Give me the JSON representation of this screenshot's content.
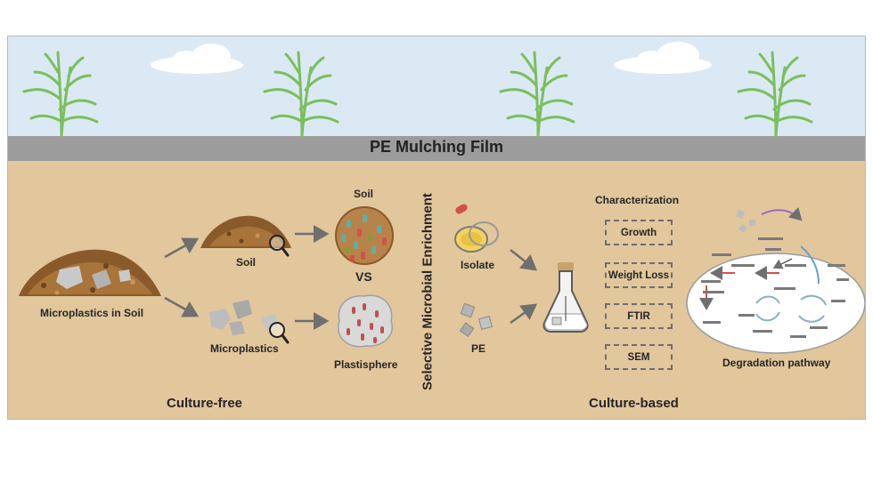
{
  "banner": {
    "title": "PE Mulching Film"
  },
  "culture_free": {
    "source_label": "Microplastics in Soil",
    "soil_label": "Soil",
    "microplastics_label": "Microplastics",
    "soil_result_label": "Soil",
    "vs_label": "VS",
    "plastisphere_label": "Plastisphere",
    "section_label": "Culture-free"
  },
  "enrichment": {
    "label": "Selective Microbial Enrichment"
  },
  "culture_based": {
    "isolate_label": "Isolate",
    "pe_label": "PE",
    "characterization_title": "Characterization",
    "methods": [
      "Growth",
      "Weight Loss",
      "FTIR",
      "SEM"
    ],
    "pathway_label": "Degradation pathway",
    "section_label": "Culture-based"
  },
  "colors": {
    "sky": "#dbe9f5",
    "film": "#9c9c9c",
    "soil": "#e2c69c",
    "plant": "#7bbf5c",
    "arrow": "#6f6f6f"
  }
}
